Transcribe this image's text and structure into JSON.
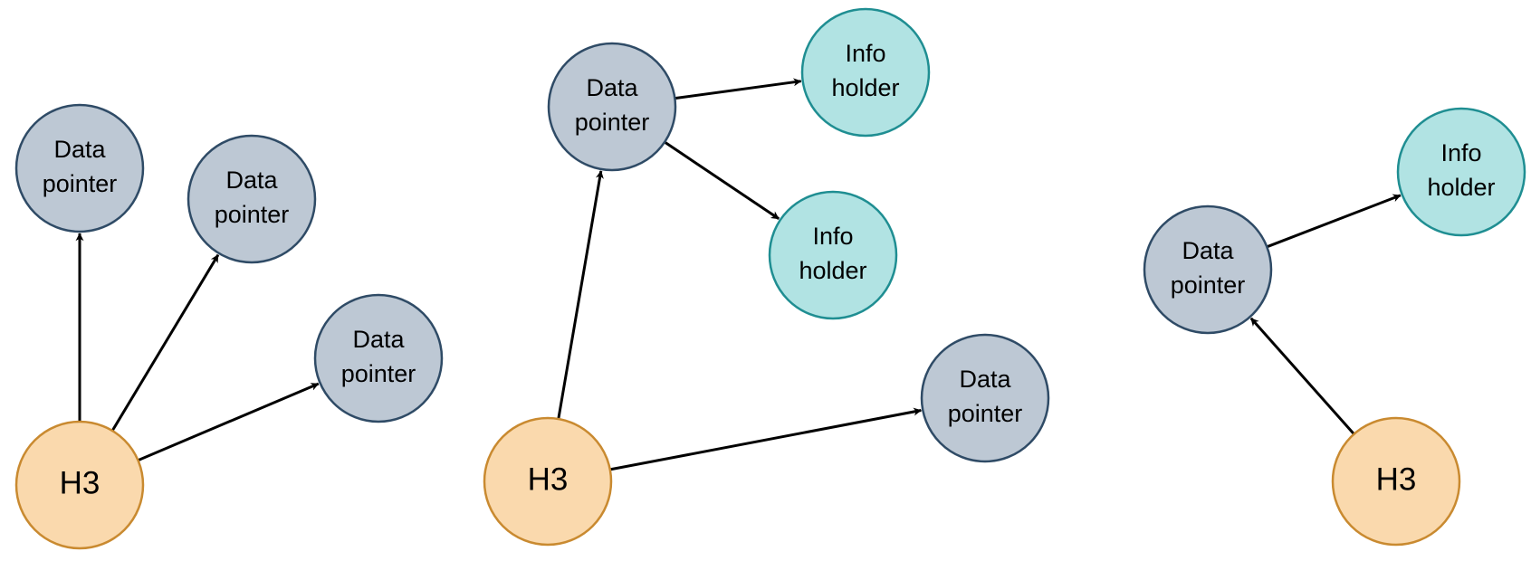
{
  "colors": {
    "data_pointer_fill": "#bdc8d4",
    "data_pointer_stroke": "#2f4b66",
    "info_holder_fill": "#b1e3e3",
    "info_holder_stroke": "#1f8e92",
    "h3_fill": "#fad9ad",
    "h3_stroke": "#c98a30",
    "arrow": "#000000"
  },
  "diagrams": [
    {
      "nodes": [
        {
          "id": "h3",
          "type": "h3",
          "lines": [
            "H3"
          ]
        },
        {
          "id": "dp1",
          "type": "data_pointer",
          "lines": [
            "Data",
            "pointer"
          ]
        },
        {
          "id": "dp2",
          "type": "data_pointer",
          "lines": [
            "Data",
            "pointer"
          ]
        },
        {
          "id": "dp3",
          "type": "data_pointer",
          "lines": [
            "Data",
            "pointer"
          ]
        }
      ],
      "edges": [
        {
          "from": "h3",
          "to": "dp1"
        },
        {
          "from": "h3",
          "to": "dp2"
        },
        {
          "from": "h3",
          "to": "dp3"
        }
      ]
    },
    {
      "nodes": [
        {
          "id": "h3",
          "type": "h3",
          "lines": [
            "H3"
          ]
        },
        {
          "id": "dp1",
          "type": "data_pointer",
          "lines": [
            "Data",
            "pointer"
          ]
        },
        {
          "id": "ih1",
          "type": "info_holder",
          "lines": [
            "Info",
            "holder"
          ]
        },
        {
          "id": "ih2",
          "type": "info_holder",
          "lines": [
            "Info",
            "holder"
          ]
        },
        {
          "id": "dp2",
          "type": "data_pointer",
          "lines": [
            "Data",
            "pointer"
          ]
        }
      ],
      "edges": [
        {
          "from": "h3",
          "to": "dp1"
        },
        {
          "from": "dp1",
          "to": "ih1"
        },
        {
          "from": "dp1",
          "to": "ih2"
        },
        {
          "from": "h3",
          "to": "dp2"
        }
      ]
    },
    {
      "nodes": [
        {
          "id": "h3",
          "type": "h3",
          "lines": [
            "H3"
          ]
        },
        {
          "id": "dp1",
          "type": "data_pointer",
          "lines": [
            "Data",
            "pointer"
          ]
        },
        {
          "id": "ih1",
          "type": "info_holder",
          "lines": [
            "Info",
            "holder"
          ]
        }
      ],
      "edges": [
        {
          "from": "h3",
          "to": "dp1"
        },
        {
          "from": "dp1",
          "to": "ih1"
        }
      ]
    }
  ]
}
